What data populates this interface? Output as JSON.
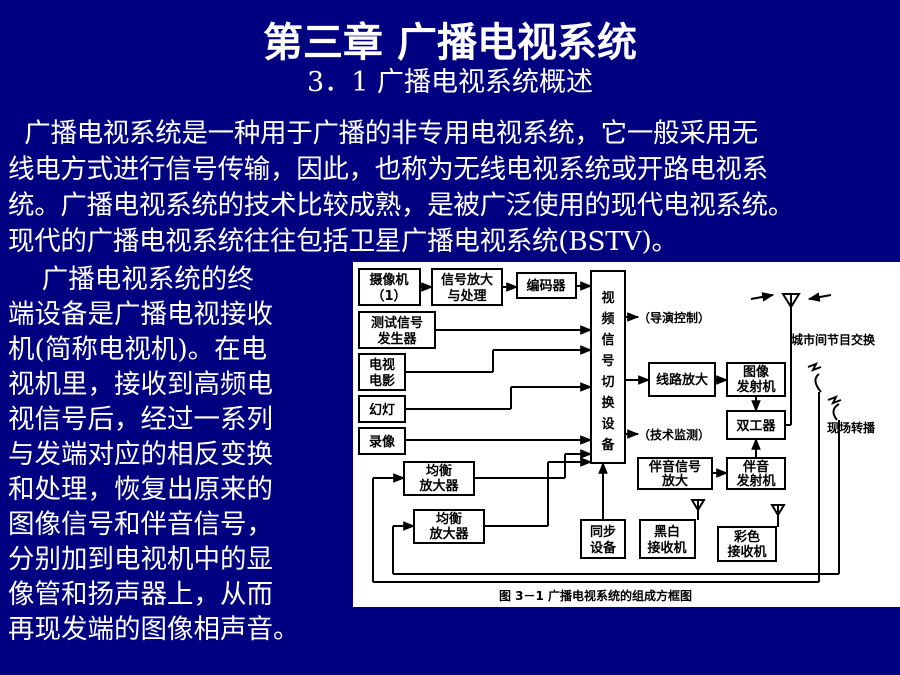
{
  "title": "第三章 广播电视系统",
  "subtitle": "3．1 广播电视系统概述",
  "paragraph1": [
    "  广播电视系统是一种用于广播的非专用电视系统，它一般采用无",
    "线电方式进行信号传输，因此，也称为无线电视系统或开路电视系",
    "统。广播电视系统的技术比较成熟，是被广泛使用的现代电视系统。",
    "现代的广播电视系统往往包括卫星广播电视系统(BSTV)。"
  ],
  "paragraph2": [
    "    广播电视系统的终",
    "端设备是广播电视接收",
    "机(简称电视机)。在电",
    "视机里，接收到高频电",
    "视信号后，经过一系列",
    "与发端对应的相反变换",
    "和处理，恢复出原来的",
    "图像信号和伴音信号，",
    "分别加到电视机中的显",
    "像管和扬声器上，从而",
    "再现发端的图像相声音。"
  ],
  "figure": {
    "caption": "图 3－1  广播电视系统的组成方框图",
    "blocks": {
      "camera": [
        "摄像机",
        "（1）"
      ],
      "amp": [
        "信号放大",
        "与处理"
      ],
      "encoder": "编码器",
      "test_signal": [
        "测试信号",
        "发生器"
      ],
      "film": [
        "电视",
        "电影"
      ],
      "slide": "幻灯",
      "recorder": "录像",
      "switcher": [
        "视",
        "频",
        "信",
        "号",
        "切",
        "换",
        "设",
        "备"
      ],
      "line_amp": "线路放大",
      "image_tx": [
        "图像",
        "发射机"
      ],
      "diplexer": "双工器",
      "audio_amp": [
        "伴音信号",
        "放大"
      ],
      "audio_tx": [
        "伴音",
        "发射机"
      ],
      "eq1": [
        "均衡",
        "放大器"
      ],
      "eq2": [
        "均衡",
        "放大器"
      ],
      "sync": [
        "同步",
        "设备"
      ],
      "bw_rx": [
        "黑白",
        "接收机"
      ],
      "color_rx": [
        "彩色",
        "接收机"
      ]
    },
    "labels": {
      "director": "（导演控制）",
      "monitor": "（技术监测）",
      "intercity": "城市间节目交换",
      "live": "现场转播"
    }
  }
}
